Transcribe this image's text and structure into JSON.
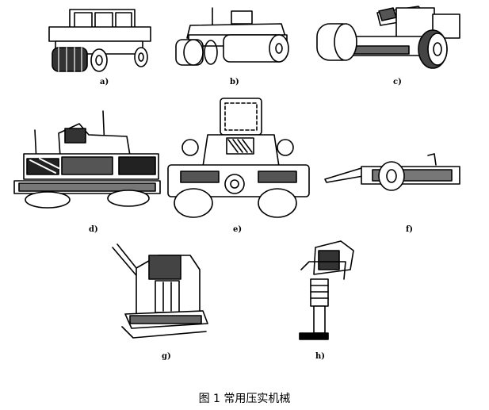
{
  "figure": {
    "caption": "图 1 常用压实机械",
    "panel_labels": {
      "a": "a)",
      "b": "b)",
      "c": "c)",
      "d": "d)",
      "e": "e)",
      "f": "f)",
      "g": "g)",
      "h": "h)"
    }
  }
}
